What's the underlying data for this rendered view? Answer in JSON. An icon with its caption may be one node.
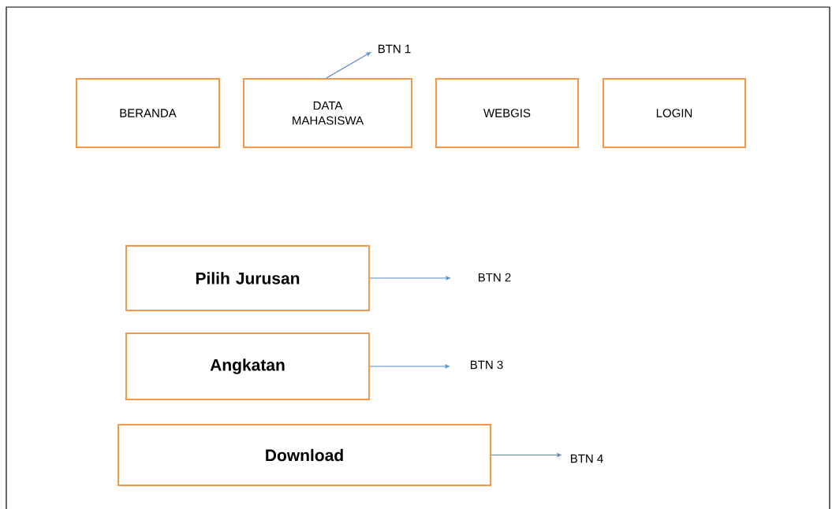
{
  "diagram": {
    "nodes": [
      {
        "text": [
          "BERANDA"
        ]
      },
      {
        "text": [
          "DATA MAHASISWA"
        ]
      },
      {
        "text": [
          "WEBGIS"
        ]
      },
      {
        "text": [
          "LOGIN"
        ]
      },
      {
        "text": [
          "BTN 1"
        ]
      },
      {
        "text": [
          "Pilih Jurusan"
        ]
      },
      {
        "text": [
          "BTN 2"
        ]
      },
      {
        "text": [
          "Angkatan"
        ]
      },
      {
        "text": [
          "BTN 3"
        ]
      },
      {
        "text": [
          "Download"
        ]
      },
      {
        "text": [
          "BTN 4"
        ]
      }
    ],
    "edges": [
      {
        "from": 1,
        "to": 4,
        "arrow": "to"
      },
      {
        "from": 5,
        "to": 6,
        "arrow": "to"
      },
      {
        "from": 7,
        "to": 8,
        "arrow": "to"
      },
      {
        "from": 9,
        "to": 10,
        "arrow": "to"
      }
    ]
  }
}
